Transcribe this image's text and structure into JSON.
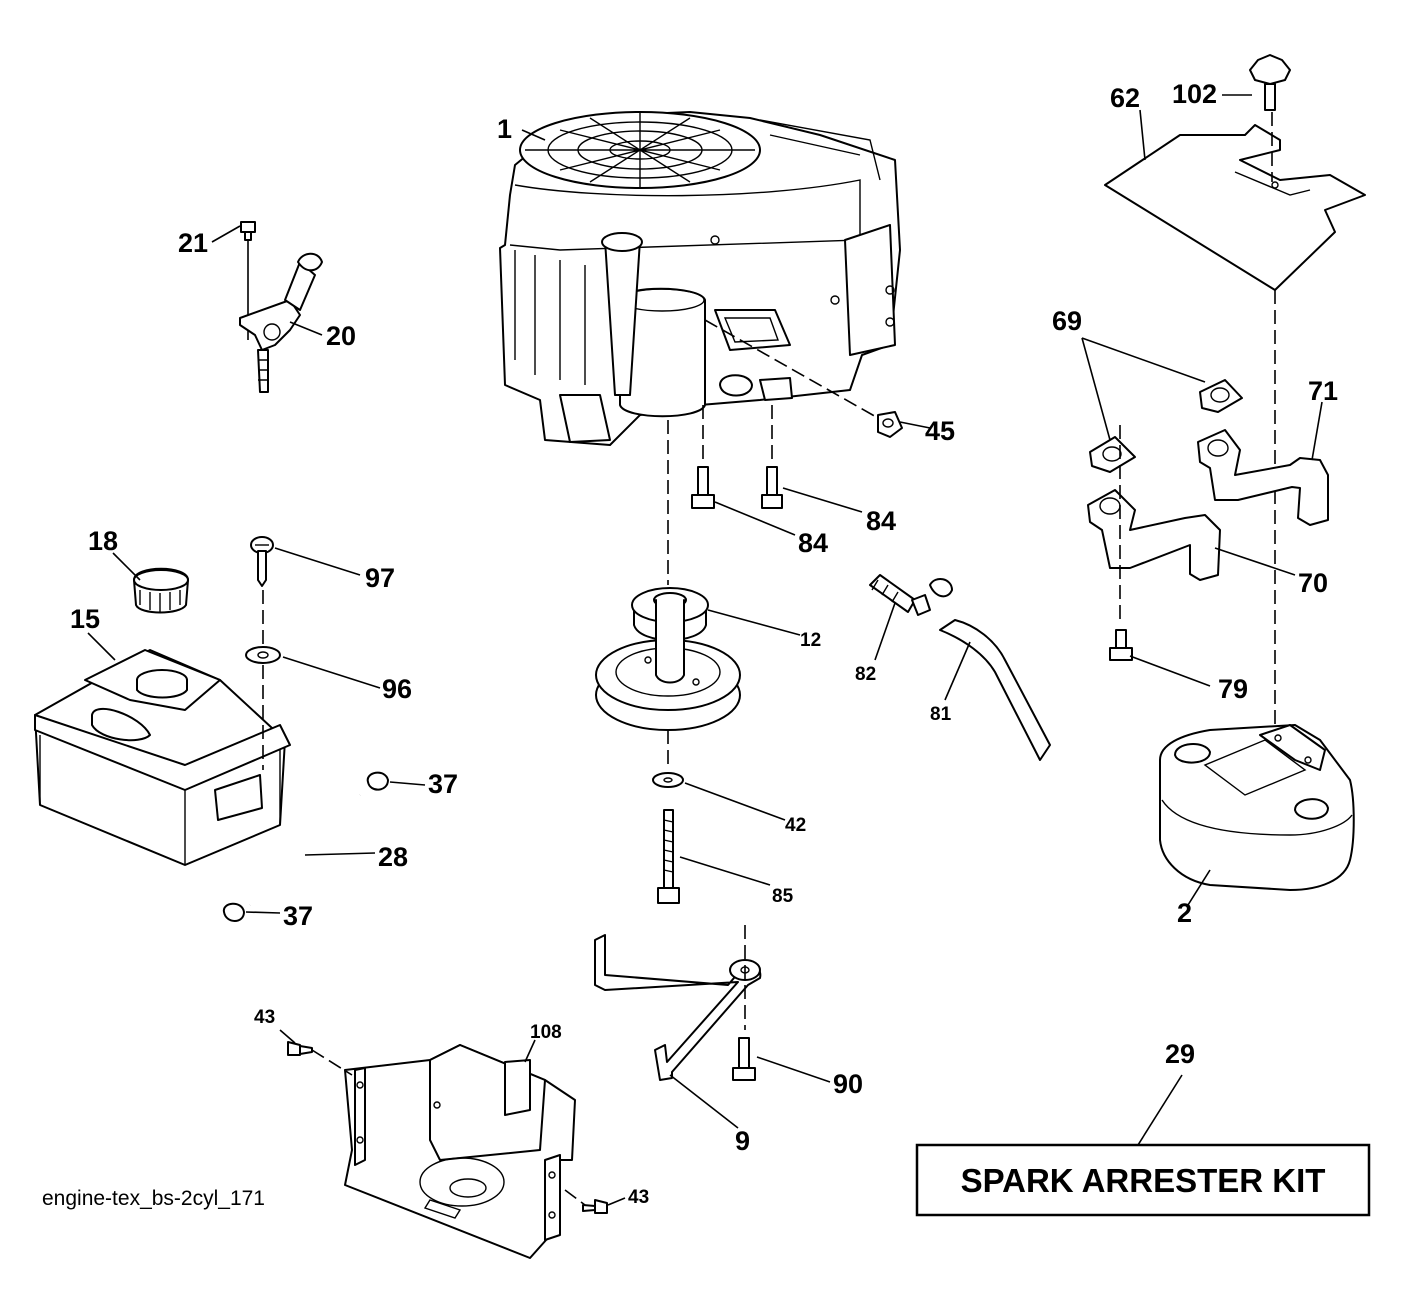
{
  "diagram_ref": "engine-tex_bs-2cyl_171",
  "kit_label": "SPARK ARRESTER KIT",
  "callouts": {
    "c1": "1",
    "c2": "2",
    "c9": "9",
    "c12": "12",
    "c15": "15",
    "c18": "18",
    "c20": "20",
    "c21": "21",
    "c28": "28",
    "c29": "29",
    "c37a": "37",
    "c37b": "37",
    "c42": "42",
    "c43a": "43",
    "c43b": "43",
    "c45": "45",
    "c62": "62",
    "c69": "69",
    "c70": "70",
    "c71": "71",
    "c79": "79",
    "c81": "81",
    "c82": "82",
    "c84a": "84",
    "c84b": "84",
    "c85": "85",
    "c90": "90",
    "c96": "96",
    "c97": "97",
    "c102": "102",
    "c108": "108"
  }
}
